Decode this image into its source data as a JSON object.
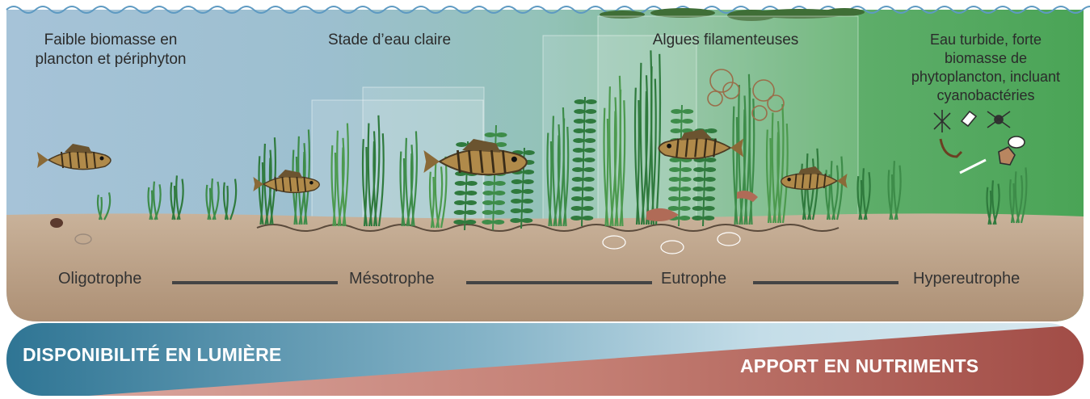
{
  "zones": [
    {
      "id": "oligotrophic",
      "lines": [
        "Faible biomasse en",
        "plancton et périphyton"
      ]
    },
    {
      "id": "clear-water",
      "lines": [
        "Stade d’eau claire"
      ]
    },
    {
      "id": "filamentous",
      "lines": [
        "Algues filamenteuses"
      ]
    },
    {
      "id": "turbid",
      "lines": [
        "Eau turbide, forte",
        "biomasse de",
        "phytoplancton, incluant",
        "cyanobactéries"
      ]
    }
  ],
  "stages": [
    "Oligotrophe",
    "Mésotrophe",
    "Eutrophe",
    "Hypereutrophe"
  ],
  "banner": {
    "left_label": "DISPONIBILITÉ EN LUMIÈRE",
    "right_label": "APPORT EN NUTRIMENTS",
    "left_color": "#3c7e99",
    "right_color": "#a24e49"
  },
  "colors": {
    "water_clear": "#a9c4d6",
    "water_turbid": "#4fa659",
    "sediment": "#b79e85",
    "stage_line": "#444444"
  }
}
